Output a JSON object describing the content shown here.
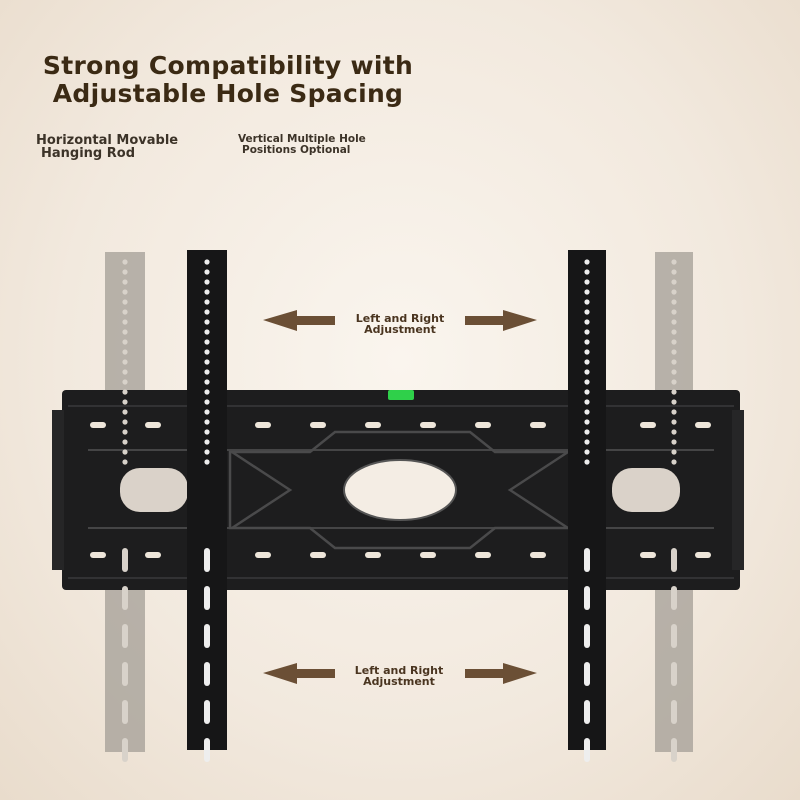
{
  "title": {
    "line1": "Strong Compatibility with",
    "line2": "Adjustable Hole Spacing"
  },
  "features": [
    {
      "line1": "Horizontal Movable",
      "line2": "Hanging Rod"
    },
    {
      "line1": "Vertical Multiple Hole",
      "line2": "Positions Optional"
    }
  ],
  "adjustments": [
    {
      "line1": "Left and Right",
      "line2": "Adjustment"
    },
    {
      "line1": "Left and Right",
      "line2": "Adjustment"
    }
  ],
  "colors": {
    "title": "#3b2a14",
    "arrow": "#6b4f35",
    "metal": "#1c1c1c",
    "ghost": "#9a948c",
    "level": "#2fd04a"
  }
}
